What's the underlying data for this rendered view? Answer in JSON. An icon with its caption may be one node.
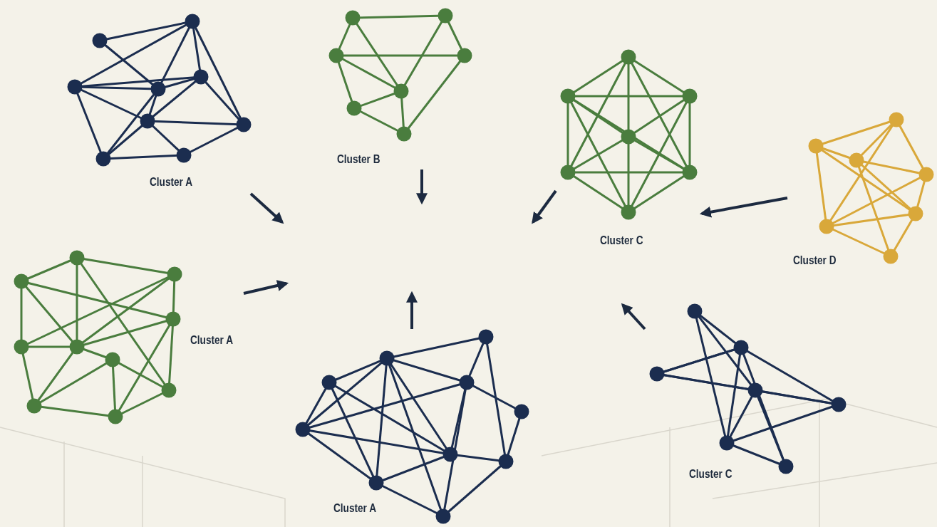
{
  "diagram": {
    "nodes": [
      {
        "text": [
          "Cluster A"
        ]
      },
      {
        "text": [
          "Cluster B"
        ]
      },
      {
        "text": [
          "Cluster C"
        ]
      },
      {
        "text": [
          "Cluster D"
        ]
      },
      {
        "text": [
          "Cluster A"
        ]
      },
      {
        "text": [
          "Cluster A"
        ]
      },
      {
        "text": [
          "Cluster C"
        ]
      }
    ],
    "edges": [
      {
        "from": 0,
        "to": null,
        "arrow": "to"
      },
      {
        "from": 1,
        "to": null,
        "arrow": "to"
      },
      {
        "from": 2,
        "to": null,
        "arrow": "to"
      },
      {
        "from": 3,
        "to": 2,
        "arrow": "to"
      },
      {
        "from": 4,
        "to": null,
        "arrow": "to"
      },
      {
        "from": 5,
        "to": null,
        "arrow": "to"
      },
      {
        "from": 6,
        "to": null,
        "arrow": "to"
      }
    ]
  }
}
